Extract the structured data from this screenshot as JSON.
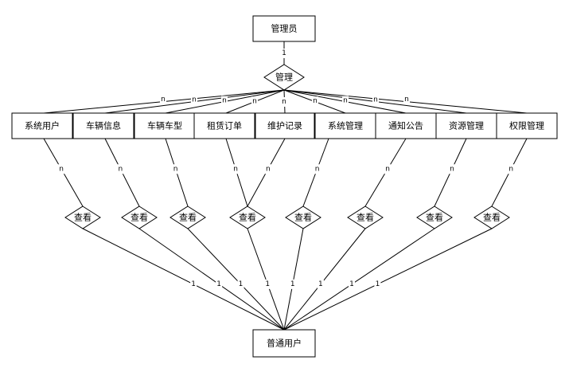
{
  "entities": {
    "top": "管理员",
    "bottom": "普通用户",
    "middle": [
      "系统用户",
      "车辆信息",
      "车辆车型",
      "租赁订单",
      "维护记录",
      "系统管理",
      "通知公告",
      "资源管理",
      "权限管理"
    ]
  },
  "relations": {
    "top": "管理",
    "view": [
      "查看",
      "查看",
      "查看",
      "查看",
      "查看",
      "查看",
      "查看",
      "查看"
    ]
  },
  "cardinality": {
    "admin_side": "1",
    "many": "n",
    "user_side": "1"
  }
}
